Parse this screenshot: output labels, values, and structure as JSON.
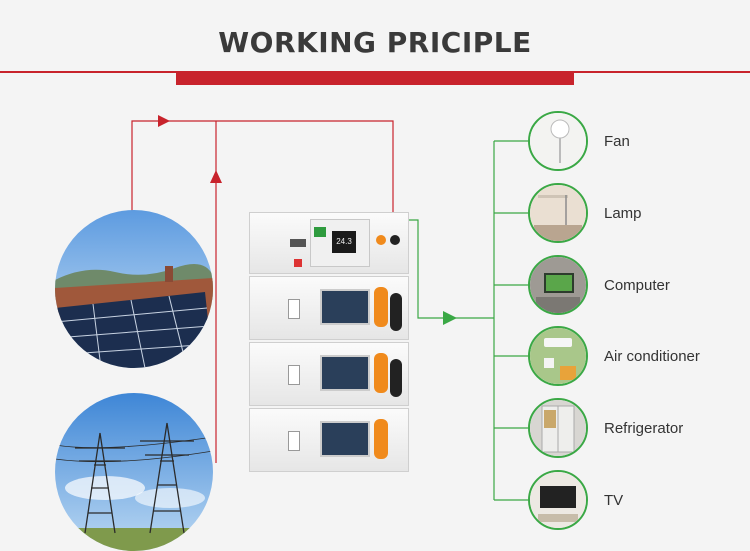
{
  "title": "WORKING PRICIPLE",
  "colors": {
    "accent_red": "#c8232c",
    "line_green": "#3aa845",
    "text": "#333333"
  },
  "battery_screen_value": "24.3",
  "appliances": [
    {
      "label": "Fan",
      "icon": "fan-icon"
    },
    {
      "label": "Lamp",
      "icon": "lamp-icon"
    },
    {
      "label": "Computer",
      "icon": "computer-icon"
    },
    {
      "label": "Air conditioner",
      "icon": "air-conditioner-icon"
    },
    {
      "label": "Refrigerator",
      "icon": "refrigerator-icon"
    },
    {
      "label": "TV",
      "icon": "tv-icon"
    }
  ]
}
